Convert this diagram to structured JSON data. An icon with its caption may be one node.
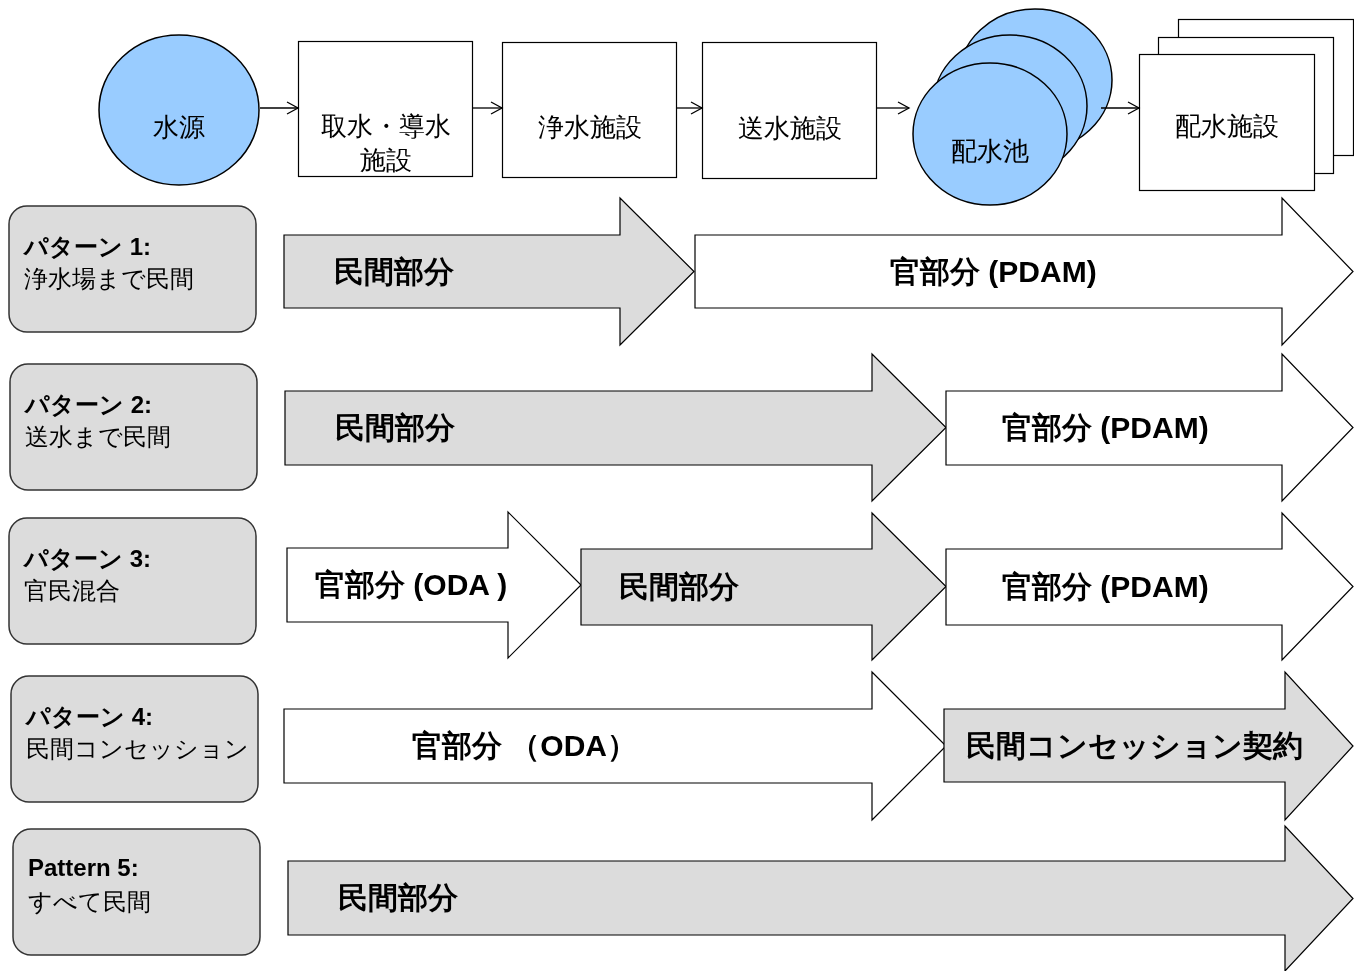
{
  "diagram": {
    "nodes": [
      {
        "text": [
          "水源"
        ]
      },
      {
        "text": [
          "取水・導水施設"
        ]
      },
      {
        "text": [
          "浄水施設"
        ]
      },
      {
        "text": [
          "送水施設"
        ]
      },
      {
        "text": [
          "配水池"
        ]
      },
      {
        "text": [
          "配水施設"
        ]
      },
      {
        "text": [
          "パターン 1:",
          "浄水場まで民間"
        ]
      },
      {
        "text": [
          "民間部分"
        ]
      },
      {
        "text": [
          "官部分 (PDAM)"
        ]
      },
      {
        "text": [
          "パターン 2:",
          "送水まで民間"
        ]
      },
      {
        "text": [
          "民間部分"
        ]
      },
      {
        "text": [
          "官部分 (PDAM)"
        ]
      },
      {
        "text": [
          "パターン 3:",
          "官民混合"
        ]
      },
      {
        "text": [
          "官部分 (ODA )"
        ]
      },
      {
        "text": [
          "民間部分"
        ]
      },
      {
        "text": [
          "官部分 (PDAM)"
        ]
      },
      {
        "text": [
          "パターン 4:",
          "民間コンセッション"
        ]
      },
      {
        "text": [
          "官部分 （ODA）"
        ]
      },
      {
        "text": [
          "民間コンセッション契約"
        ]
      },
      {
        "text": [
          "Pattern 5:",
          "すべて民間"
        ]
      },
      {
        "text": [
          "民間部分"
        ]
      }
    ],
    "edges": [
      {
        "from": 0,
        "to": 1,
        "arrow": "to"
      },
      {
        "from": 1,
        "to": 2,
        "arrow": "to"
      },
      {
        "from": 2,
        "to": 3,
        "arrow": "to"
      },
      {
        "from": 3,
        "to": 4,
        "arrow": "to"
      },
      {
        "from": 4,
        "to": 5,
        "arrow": "to"
      }
    ]
  }
}
